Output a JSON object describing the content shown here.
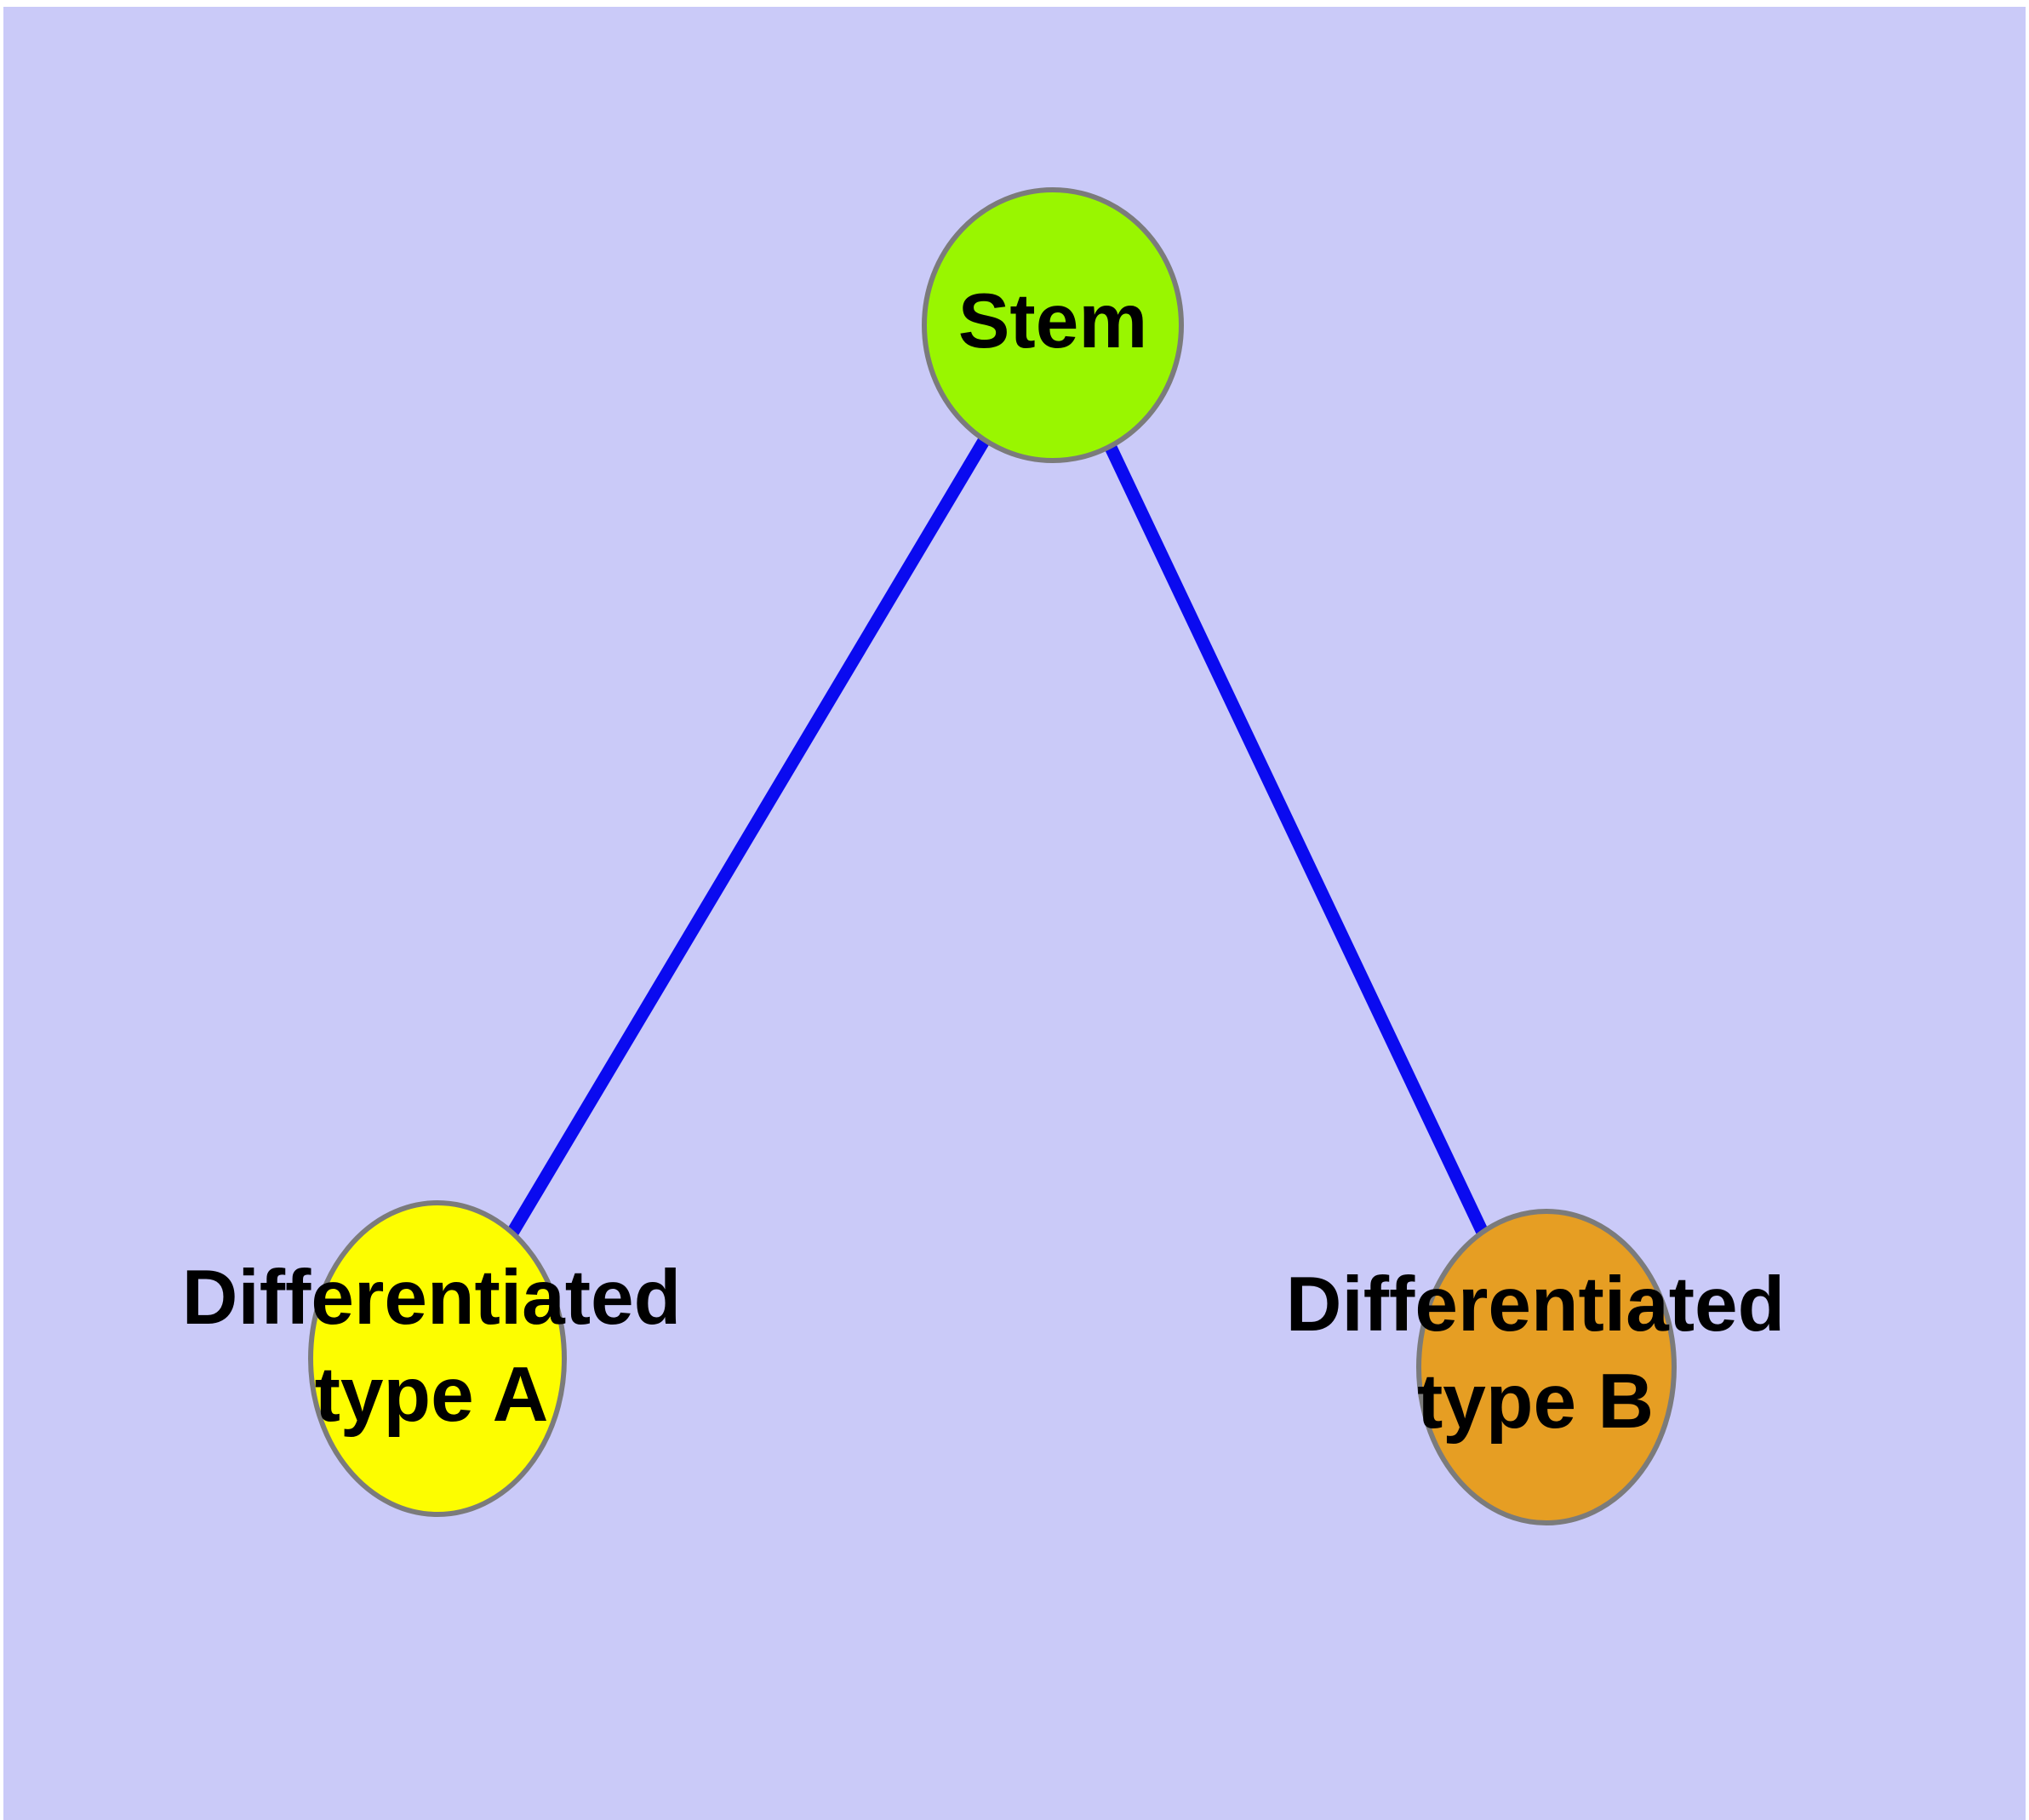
{
  "diagram": {
    "description_visible_text_only": "Stem; Differentiated type A; Differentiated type B",
    "colors": {
      "page_margin": "#ffffff",
      "background": "#cacaf8",
      "edge": "#0a0af0",
      "node_border": "#7b7b7b",
      "label_text": "#000000"
    },
    "nodes": {
      "stem": {
        "label_lines": [
          "Stem"
        ],
        "fill": "#99f600"
      },
      "type_a": {
        "label_lines": [
          "Differentiated",
          "type A"
        ],
        "fill": "#fdfd00"
      },
      "type_b": {
        "label_lines": [
          "Differentiated",
          "type B"
        ],
        "fill": "#e69e23"
      }
    },
    "edges": [
      {
        "from": "Stem",
        "to": "Differentiated type A"
      },
      {
        "from": "Stem",
        "to": "Differentiated type B"
      }
    ]
  }
}
